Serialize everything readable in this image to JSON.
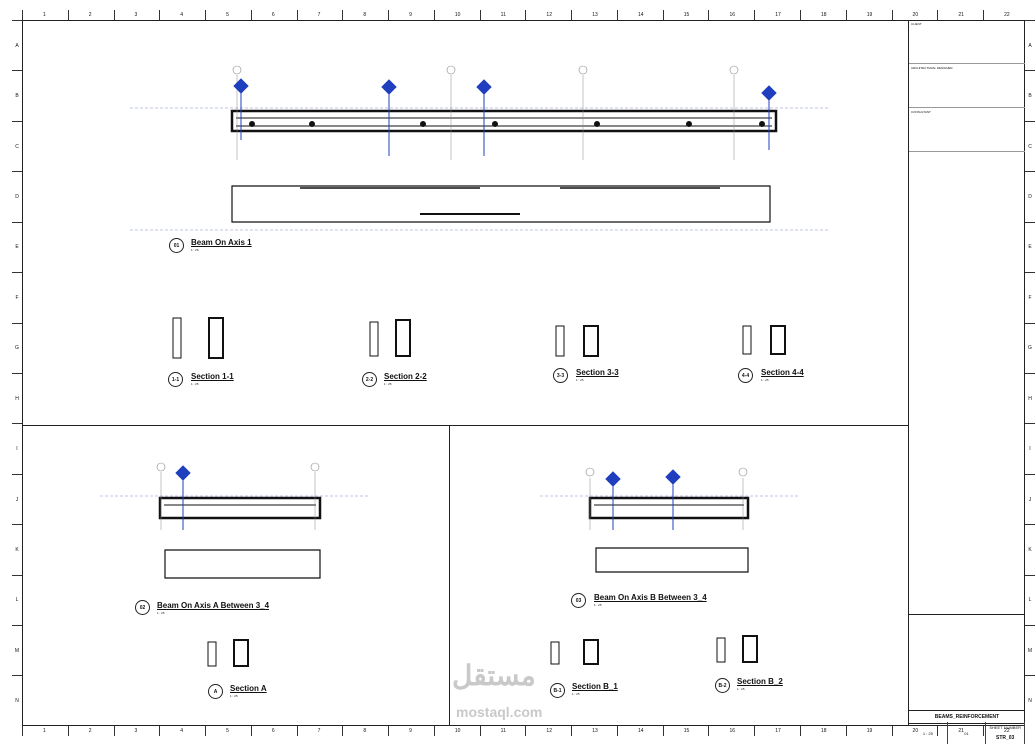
{
  "grid": {
    "columns": [
      "1",
      "2",
      "3",
      "4",
      "5",
      "6",
      "7",
      "8",
      "9",
      "10",
      "11",
      "12",
      "13",
      "14",
      "15",
      "16",
      "17",
      "18",
      "19",
      "20",
      "21",
      "22"
    ],
    "rows": [
      "A",
      "B",
      "C",
      "D",
      "E",
      "F",
      "G",
      "H",
      "I",
      "J",
      "K",
      "L",
      "M",
      "N"
    ]
  },
  "views": {
    "beam_axis_1": {
      "number": "01",
      "title": "Beam On Axis 1",
      "scale": "1 : 25"
    },
    "beam_axis_a": {
      "number": "02",
      "title": "Beam On Axis A Between 3_4",
      "scale": "1 : 25"
    },
    "beam_axis_b": {
      "number": "03",
      "title": "Beam On Axis B Between 3_4",
      "scale": "1 : 25"
    }
  },
  "sections": [
    {
      "id": "1-1",
      "title": "Section 1-1",
      "scale": "1 : 25"
    },
    {
      "id": "2-2",
      "title": "Section 2-2",
      "scale": "1 : 25"
    },
    {
      "id": "3-3",
      "title": "Section 3-3",
      "scale": "1 : 25"
    },
    {
      "id": "4-4",
      "title": "Section 4-4",
      "scale": "1 : 25"
    },
    {
      "id": "A",
      "title": "Section A",
      "scale": "1 : 25"
    },
    {
      "id": "B-1",
      "title": "Section B_1",
      "scale": "1 : 25"
    },
    {
      "id": "B-2",
      "title": "Section B_2",
      "scale": "1 : 25"
    }
  ],
  "title_block": {
    "client_label": "CLIENT",
    "architect_label": "ARCHITECTURAL DESIGNER",
    "consultant_label": "CONSULTANT",
    "sheet_title": "BEAMS_REINFORCEMENT",
    "sheet_number_label": "SHEET NUMBER",
    "sheet_number": "STR_03",
    "scale": "1 : 25",
    "index": "01"
  },
  "watermark": {
    "arabic": "مستقل",
    "latin": "mostaql.com"
  }
}
